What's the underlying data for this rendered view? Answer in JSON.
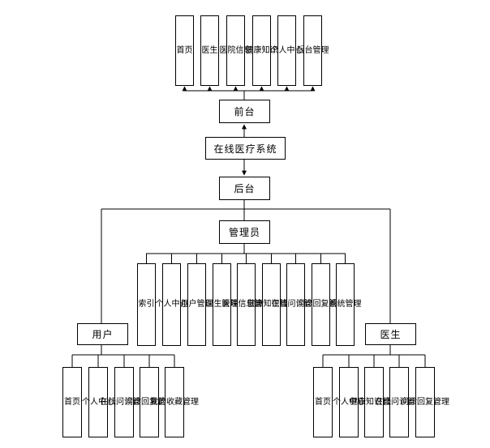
{
  "front": {
    "label": "前台",
    "modules": [
      "首页",
      "医生",
      "医院信息",
      "健康知识",
      "个人中心",
      "后台管理"
    ]
  },
  "system": {
    "label": "在线医疗系统"
  },
  "back": {
    "label": "后台"
  },
  "admin": {
    "label": "管理员",
    "modules": [
      "索引",
      "个人中心",
      "用户管理",
      "医生管理",
      "医院信息管理",
      "健康知识管理",
      "在线问诊管理",
      "问诊回复管理",
      "系统管理"
    ]
  },
  "user": {
    "label": "用户",
    "modules": [
      "首页",
      "个人中心",
      "在线问诊管理",
      "问诊回复管理",
      "我的收藏管理"
    ]
  },
  "doctor": {
    "label": "医生",
    "modules": [
      "首页",
      "个人中心",
      "健康知识管理",
      "在线问诊管理",
      "问诊回复管理"
    ]
  }
}
